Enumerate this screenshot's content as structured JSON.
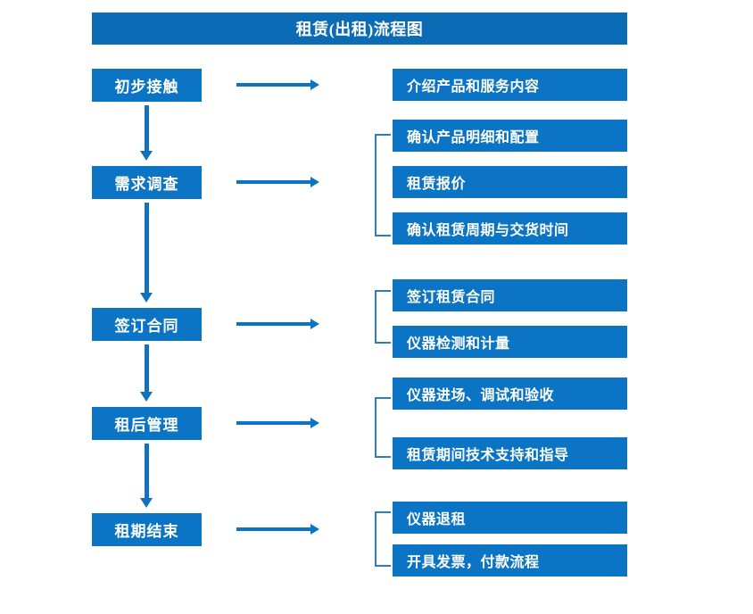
{
  "diagram": {
    "title": "租赁(出租)流程图",
    "colors": {
      "title_bar": "#0b6cb5",
      "box": "#0b74c4",
      "arrow": "#1273bc",
      "bracket": "#2e7ebd",
      "text": "#ffffff",
      "background": "#ffffff"
    },
    "stages": [
      {
        "label": "初步接触"
      },
      {
        "label": "需求调查"
      },
      {
        "label": "签订合同"
      },
      {
        "label": "租后管理"
      },
      {
        "label": "租期结束"
      }
    ],
    "details": [
      {
        "label": "介绍产品和服务内容"
      },
      {
        "label": "确认产品明细和配置"
      },
      {
        "label": "租赁报价"
      },
      {
        "label": "确认租赁周期与交货时间"
      },
      {
        "label": "签订租赁合同"
      },
      {
        "label": "仪器检测和计量"
      },
      {
        "label": "仪器进场、调试和验收"
      },
      {
        "label": "租赁期间技术支持和指导"
      },
      {
        "label": "仪器退租"
      },
      {
        "label": "开具发票，付款流程"
      }
    ],
    "connectors": {
      "horizontal_arrow_count": 5,
      "vertical_arrow_count": 4,
      "bracket_count": 4
    }
  }
}
